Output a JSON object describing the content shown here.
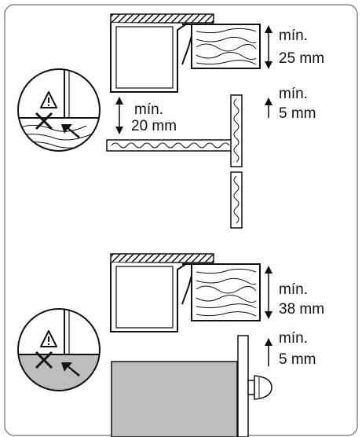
{
  "diagram": {
    "top": {
      "label_a_line1": "mín.",
      "label_a_line2": "25 mm",
      "label_b_line1": "mín.",
      "label_b_line2": "20 mm",
      "label_c_line1": "mín.",
      "label_c_line2": "5 mm",
      "warning_icon": "warning-triangle-icon",
      "prohibited_icon": "cross-mark-icon"
    },
    "bottom": {
      "label_a_line1": "mín.",
      "label_a_line2": "38 mm",
      "label_c_line1": "mín.",
      "label_c_line2": "5 mm",
      "warning_icon": "warning-triangle-icon",
      "prohibited_icon": "cross-mark-icon"
    },
    "colors": {
      "line": "#111111",
      "panel_fill": "#bdbdbd",
      "frame": "#888888"
    }
  }
}
